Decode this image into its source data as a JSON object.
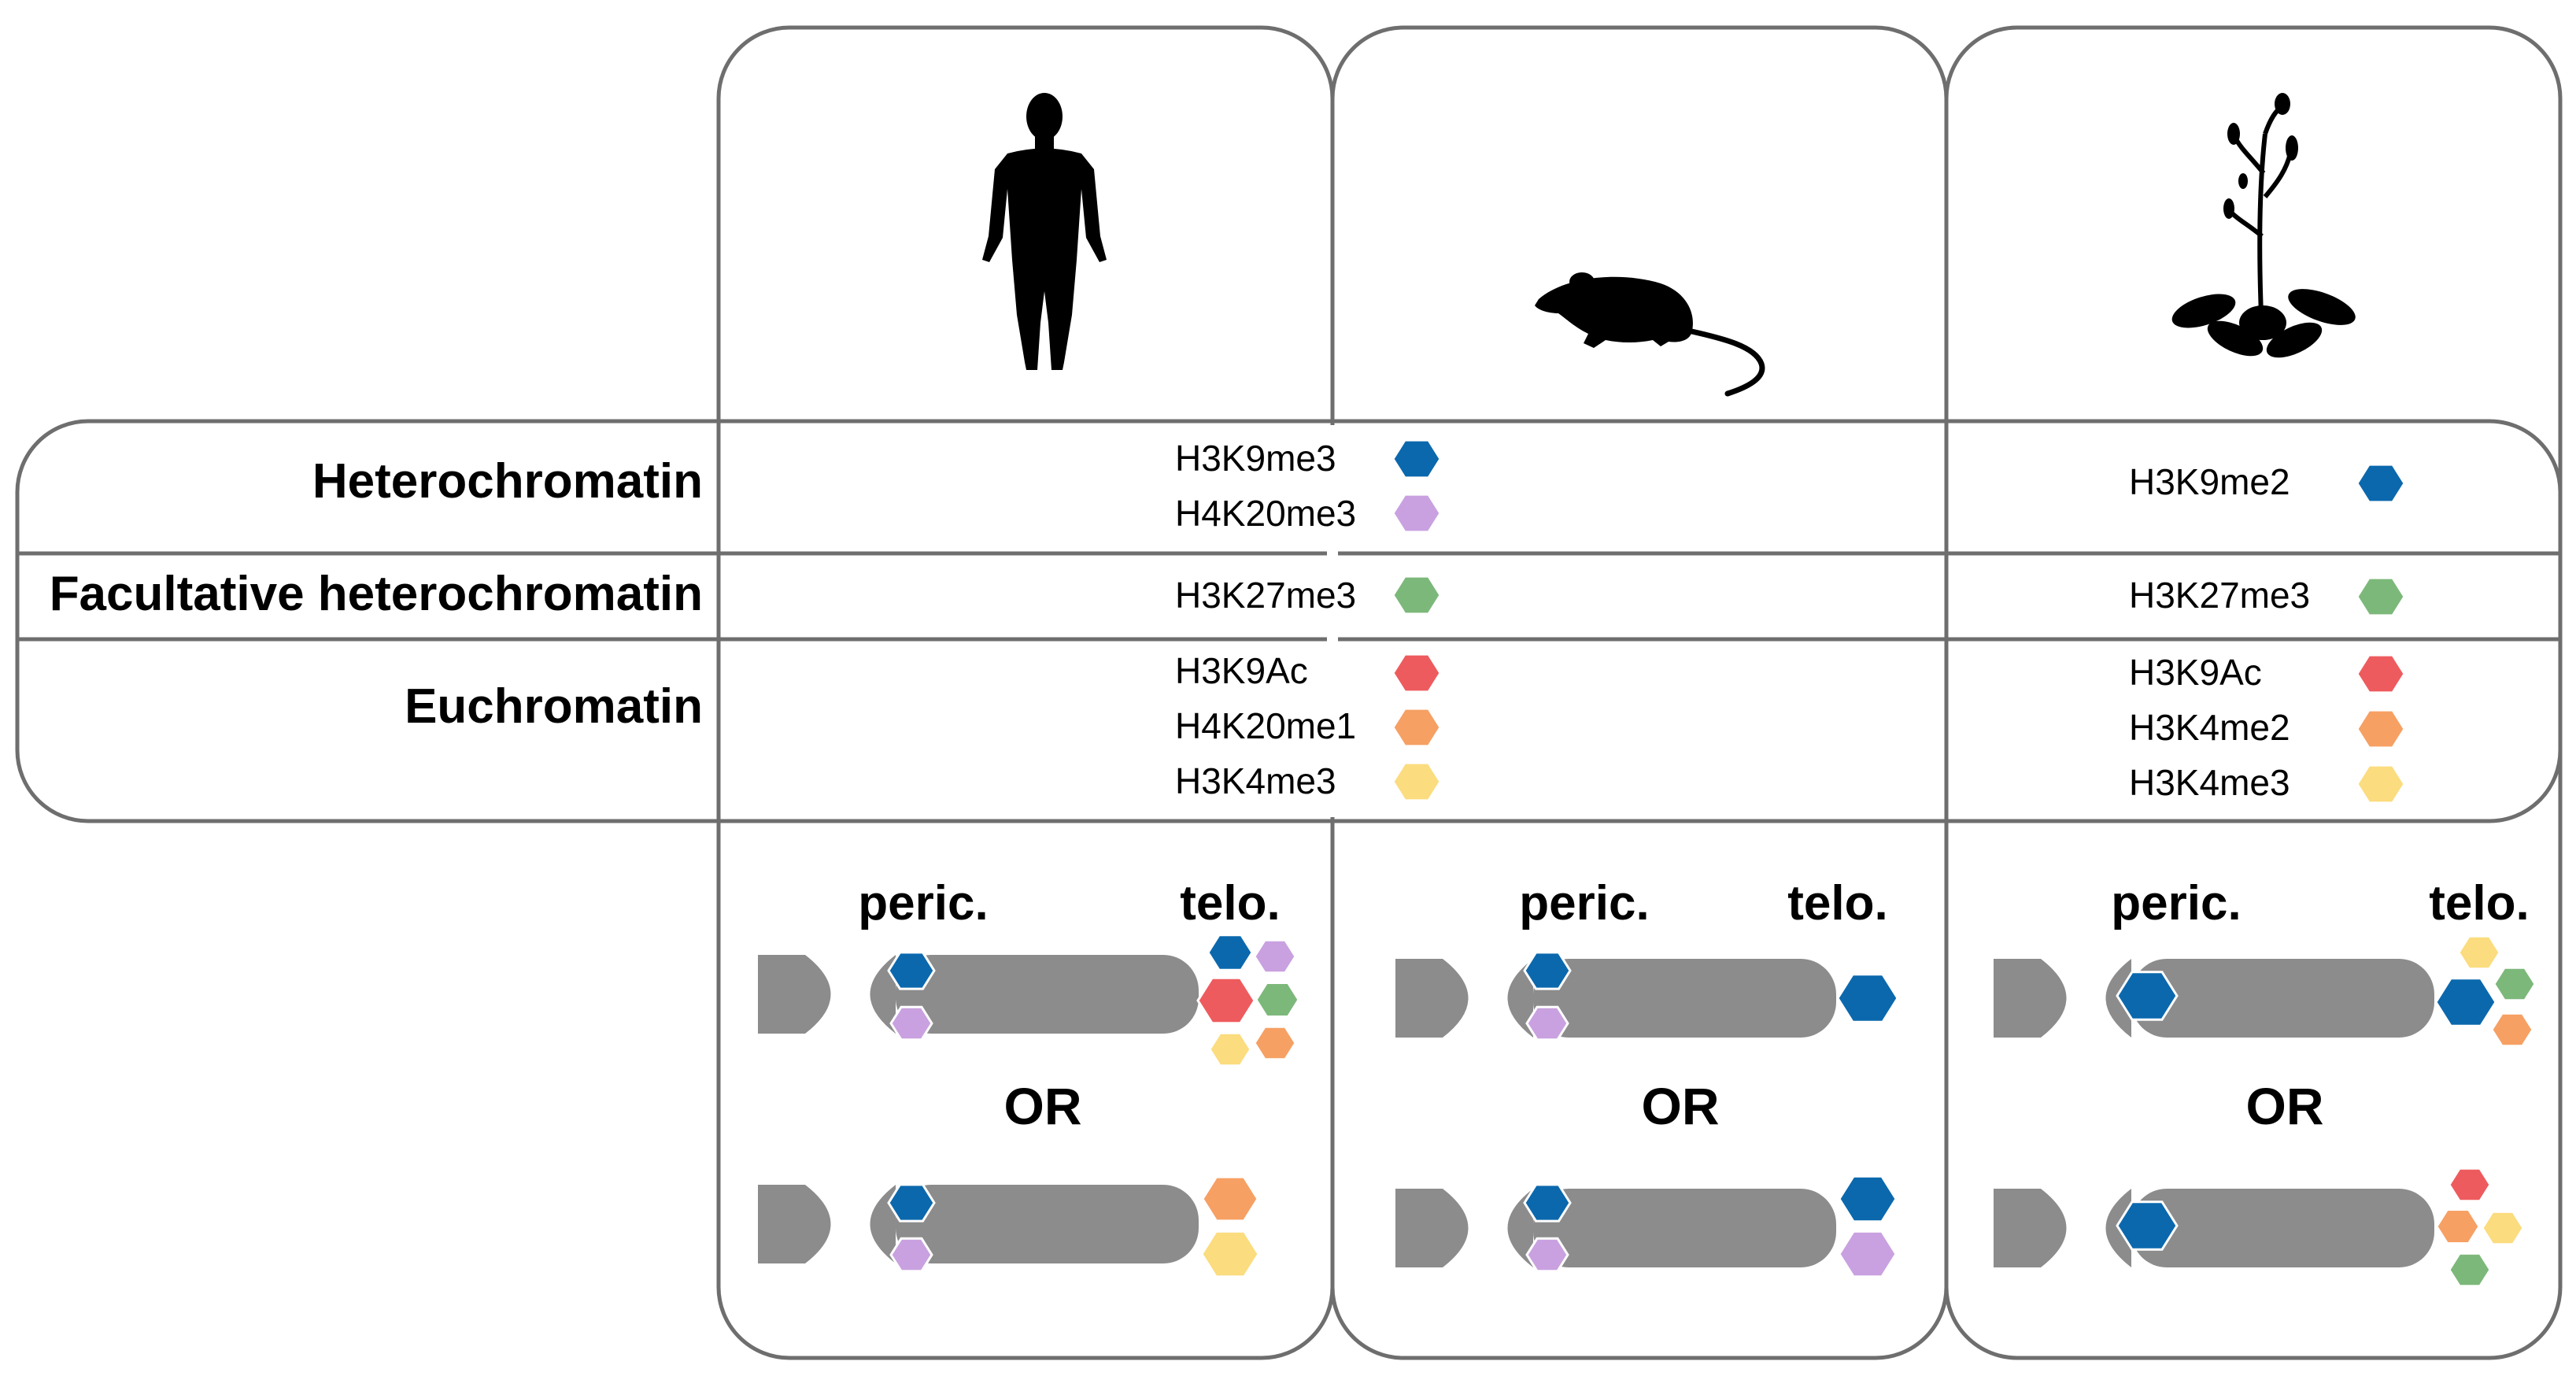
{
  "organisms": [
    {
      "name_icon": "human-silhouette-icon"
    },
    {
      "name_icon": "mouse-silhouette-icon"
    },
    {
      "name_icon": "arabidopsis-plant-icon"
    }
  ],
  "rows": [
    {
      "id": "heterochromatin",
      "label": "Heterochromatin"
    },
    {
      "id": "facultative",
      "label": "Facultative heterochromatin"
    },
    {
      "id": "euchromatin",
      "label": "Euchromatin"
    }
  ],
  "marks": {
    "animals": {
      "heterochromatin": [
        {
          "label": "H3K9me3",
          "color": "#0b68ad"
        },
        {
          "label": "H4K20me3",
          "color": "#c9a1e0"
        }
      ],
      "facultative": [
        {
          "label": "H3K27me3",
          "color": "#7cb87a"
        }
      ],
      "euchromatin": [
        {
          "label": "H3K9Ac",
          "color": "#ee5b5e"
        },
        {
          "label": "H4K20me1",
          "color": "#f6a064"
        },
        {
          "label": "H3K4me3",
          "color": "#fbdc7e"
        }
      ]
    },
    "plant": {
      "heterochromatin": [
        {
          "label": "H3K9me2",
          "color": "#0b68ad"
        }
      ],
      "facultative": [
        {
          "label": "H3K27me3",
          "color": "#7cb87a"
        }
      ],
      "euchromatin": [
        {
          "label": "H3K9Ac",
          "color": "#ee5b5e"
        },
        {
          "label": "H3K4me2",
          "color": "#f6a064"
        },
        {
          "label": "H3K4me3",
          "color": "#fbdc7e"
        }
      ]
    }
  },
  "chromosome_labels": {
    "peric": "peric.",
    "telo": "telo.",
    "or": "OR"
  },
  "colors": {
    "blue": "#0b68ad",
    "purple": "#c9a1e0",
    "green": "#7cb87a",
    "red": "#ee5b5e",
    "orange": "#f6a064",
    "yellow": "#fbdc7e",
    "chromosome": "#8c8c8c",
    "border": "#6e6e6e"
  }
}
